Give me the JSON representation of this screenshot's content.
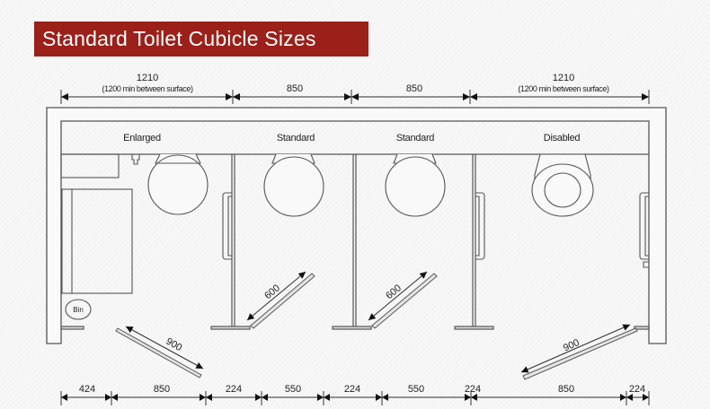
{
  "title": "Standard Toilet Cubicle Sizes",
  "colors": {
    "title_bg": "#9b2019",
    "title_text": "#ffffff",
    "line": "#555555",
    "background": "#f7f7f7"
  },
  "top_dimensions": [
    {
      "value": "1210",
      "note": "(1200 min between surface)"
    },
    {
      "value": "850"
    },
    {
      "value": "850"
    },
    {
      "value": "1210",
      "note": "(1200 min between surface)"
    }
  ],
  "cubicles": [
    {
      "label": "Enlarged",
      "door_swing": "900"
    },
    {
      "label": "Standard",
      "door_swing": "600"
    },
    {
      "label": "Standard",
      "door_swing": "600"
    },
    {
      "label": "Disabled",
      "door_swing": "900"
    }
  ],
  "fixtures": {
    "bin_label": "Bin"
  },
  "bottom_dimensions": [
    "424",
    "850",
    "224",
    "550",
    "224",
    "550",
    "224",
    "850",
    "224"
  ]
}
